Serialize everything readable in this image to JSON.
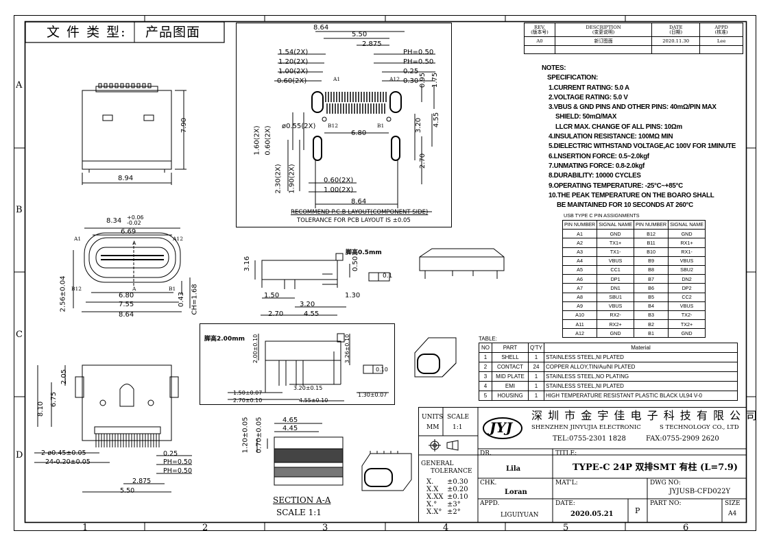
{
  "doc_type_label": "文 件 类 型:",
  "doc_type_value": "产品图面",
  "zone_cols": [
    "1",
    "2",
    "3",
    "4",
    "5",
    "6"
  ],
  "zone_rows": [
    "A",
    "B",
    "C",
    "D"
  ],
  "revision_table": {
    "headers": [
      {
        "en": "REV.",
        "cn": "(版本号)"
      },
      {
        "en": "DESCRIPTION",
        "cn": "(变更说明)"
      },
      {
        "en": "DATE",
        "cn": "(日期)"
      },
      {
        "en": "APPD",
        "cn": "(核准)"
      }
    ],
    "rows": [
      [
        "A0",
        "新订图面",
        "2020.11.30",
        "Lee"
      ]
    ]
  },
  "notes": {
    "title": "NOTES:",
    "subtitle": "SPECIFICATION:",
    "items": [
      "1.CURRENT RATING: 5.0 A",
      "2.VOLTAGE RATING: 5.0 V",
      "3.VBUS & GND PINS AND OTHER PINS: 40mΩ/PIN MAX",
      "   SHIELD: 50mΩ/MAX",
      "   LLCR MAX. CHANGE OF ALL PINS: 10Ωm",
      "4.INSULATION RESISTANCE:  100MΩ MIN",
      "5.DIELECTRIC WITHSTAND VOLTAGE,AC 100V FOR 1MINUTE",
      "6.LNSERTION FORCE: 0.5~2.0kgf",
      "7.UNMATING FORCE: 0.8-2.0kgf",
      "8.DURABILITY: 10000 CYCLES",
      "9.OPERATING TEMPERATURE: -25°C~+85°C",
      "10.THE PEAK TEMPERATURE ON THE BOARO SHALL",
      "   BE MAINTAINED FOR 10 SECONDS AT 260°C"
    ]
  },
  "pin_table": {
    "title": "USB TYPE C PIN ASSIGNMENTS",
    "headers": [
      "PIN NUMBER",
      "SIGNAL NAME",
      "PIN NUMBER",
      "SIGNAL NAME"
    ],
    "rows": [
      [
        "A1",
        "GND",
        "B12",
        "GND"
      ],
      [
        "A2",
        "TX1+",
        "B11",
        "RX1+"
      ],
      [
        "A3",
        "TX1-",
        "B10",
        "RX1-"
      ],
      [
        "A4",
        "VBUS",
        "B9",
        "VBUS"
      ],
      [
        "A5",
        "CC1",
        "B8",
        "SBU2"
      ],
      [
        "A6",
        "DP1",
        "B7",
        "DN2"
      ],
      [
        "A7",
        "DN1",
        "B6",
        "DP2"
      ],
      [
        "A8",
        "SBU1",
        "B5",
        "CC2"
      ],
      [
        "A9",
        "VBUS",
        "B4",
        "VBUS"
      ],
      [
        "A10",
        "RX2-",
        "B3",
        "TX2-"
      ],
      [
        "A11",
        "RX2+",
        "B2",
        "TX2+"
      ],
      [
        "A12",
        "GND",
        "B1",
        "GND"
      ]
    ]
  },
  "parts_table": {
    "title": "TABLE:",
    "headers": [
      "NO",
      "PART",
      "Q'TY",
      "Material"
    ],
    "rows": [
      [
        "1",
        "SHELL",
        "1",
        "STAINLESS STEEL,NI PLATED"
      ],
      [
        "2",
        "CONTACT",
        "24",
        "COPPER ALLOY,TIN/Au/NI PLATED"
      ],
      [
        "3",
        "MID PLATE",
        "1",
        "STAINLESS STEEL,NO PLATING"
      ],
      [
        "4",
        "EMI",
        "1",
        "STAINLESS STEEL,NI PLATED"
      ],
      [
        "5",
        "HOUSING",
        "1",
        "HIGH TEMPERATURE RESISTANT PLASTIC BLACK UL94 V-0"
      ]
    ]
  },
  "title_block": {
    "units_label": "UNITS",
    "units_value": "MM",
    "scale_label": "SCALE",
    "scale_value": "1:1",
    "logo_text": "JYJ",
    "company_cn": "深 圳 市 金 宇 佳 电 子 科 技 有 限 公 司",
    "company_en_1": "SHENZHEN  JINYUJIA  ELECTRONIC",
    "company_en_2": "S TECHNOLOGY",
    "company_en_3": "CO., LTD",
    "tel": "TEL:0755-2301 1828",
    "fax": "FAX:0755-2909 2620",
    "general_tolerance": [
      "GENERAL",
      "TOLERANCE"
    ],
    "tolerances": [
      [
        "X.",
        "±0.30"
      ],
      [
        "X.X",
        "±0.20"
      ],
      [
        "X.XX",
        "±0.10"
      ],
      [
        "X.°",
        "±3°"
      ],
      [
        "X.X°",
        "±2°"
      ]
    ],
    "dr_label": "DR.",
    "dr_value": "Lila",
    "chk_label": "CHK.",
    "chk_value": "Loran",
    "appd_label": "APPD.",
    "appd_value": "LIGUIYUAN",
    "title_label": "TITLE:",
    "title_value": "TYPE-C 24P 双排SMT 有柱 (L=7.9)",
    "matl_label": "MAT'L:",
    "dwg_label": "DWG NO:",
    "dwg_value": "JYJUSB-CFD022Y",
    "date_label": "DATE:",
    "date_value": "2020.05.21",
    "p_label": "P",
    "part_no_label": "PART NO:",
    "size_label": "SIZE",
    "size_value": "A4"
  },
  "views": {
    "top_view": {
      "w": "8.94",
      "h": "7.90"
    },
    "pcb": {
      "dims": [
        "8.64",
        "5.50",
        "2.875",
        "1.54(2X)",
        "1.20(2X)",
        "1.00(2X)",
        "0.60(2X)",
        "PH=0.50",
        "PH=0.50",
        "0.25",
        "0.30",
        "0.95",
        "1.75",
        "ø0.55(2X)",
        "6.80",
        "3.20",
        "4.55",
        "1.60(2X)",
        "0.60(2X)",
        "2.30(2X)",
        "1.90(2X)",
        "2.70",
        "0.60(2X)",
        "1.00(2X)",
        "8.64"
      ],
      "pin_labels": [
        "A1",
        "A12",
        "B12",
        "B1"
      ],
      "caption_1": "RECOMMEND P.C.B LAYOUT(COMPONENT SIDE)",
      "caption_2": "TOLERANCE FOR PCB LAYOUT IS ±0.05"
    },
    "front_view": {
      "dims": [
        "8.34",
        "+0.06",
        "-0.02",
        "6.69",
        "6.80",
        "7.55",
        "8.64",
        "2.56±0.04",
        "0.43",
        "CH=1.68"
      ],
      "labels": [
        "A1",
        "A12",
        "B12",
        "B1",
        "A",
        "A"
      ]
    },
    "side_view_1": {
      "note": "脚高0.5mm",
      "dims": [
        "3.16",
        "0.50",
        "0.1",
        "1.50",
        "3.20",
        "1.30",
        "2.70",
        "4.55"
      ]
    },
    "side_view_2": {
      "note": "脚高2.00mm",
      "dims": [
        "2.00±0.10",
        "3.26±0.10",
        "0.10",
        "3.20±0.15",
        "1.50±0.07",
        "2.70±0.10",
        "4.55±0.10",
        "1.30±0.07"
      ]
    },
    "bottom_view": {
      "dims": [
        "2.05",
        "6.75",
        "8.10",
        "2-ø0.45±0.05",
        "24-0.20±0.05",
        "0.25",
        "PH=0.50",
        "PH=0.50",
        "2.875",
        "5.50"
      ]
    },
    "section": {
      "dims": [
        "4.65",
        "4.45",
        "1.20±0.05",
        "0.70±0.05"
      ],
      "caption": "SECTION A-A",
      "scale": "SCALE 1:1"
    }
  }
}
